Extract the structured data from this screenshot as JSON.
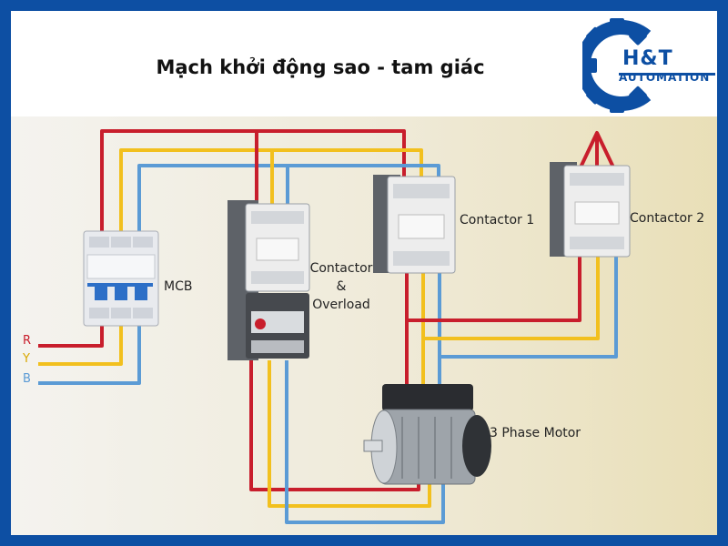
{
  "page": {
    "title": "Mạch khởi động sao - tam giác"
  },
  "logo": {
    "main": "H&T",
    "sub": "AUTOMATION",
    "color": "#0d4fa3"
  },
  "components": {
    "mcb": "MCB",
    "contactor_overload": [
      "Contactor",
      "&",
      "Overload"
    ],
    "contactor1": "Contactor 1",
    "contactor2": "Contactor 2",
    "motor": "3 Phase Motor"
  },
  "phases": [
    {
      "label": "R",
      "color": "#c81e2c"
    },
    {
      "label": "Y",
      "color": "#f2c01e"
    },
    {
      "label": "B",
      "color": "#5b9bd5"
    }
  ],
  "colors": {
    "frame": "#0d4fa3",
    "wire_red": "#c81e2c",
    "wire_yellow": "#f2c01e",
    "wire_blue": "#5b9bd5"
  }
}
